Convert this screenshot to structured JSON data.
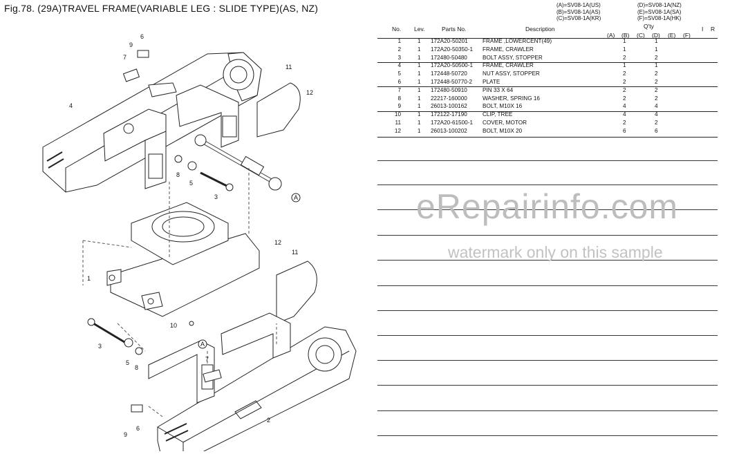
{
  "figure": {
    "title": "Fig.78.  (29A)TRAVEL FRAME(VARIABLE LEG : SLIDE TYPE)(AS, NZ)"
  },
  "models": {
    "left": [
      "(A)=SV08-1A(US)",
      "(B)=SV08-1A(AS)",
      "(C)=SV08-1A(KR)"
    ],
    "right": [
      "(D)=SV08-1A(NZ)",
      "(E)=SV08-1A(SA)",
      "(F)=SV08-1A(HK)"
    ]
  },
  "table": {
    "headers": {
      "no": "No.",
      "lev": "Lev.",
      "parts_no": "Parts No.",
      "description": "Description",
      "qty": "Q'ty",
      "i": "I",
      "r": "R",
      "cols": [
        "(A)",
        "(B)",
        "(C)",
        "(D)",
        "(E)",
        "(F)"
      ]
    },
    "rows": [
      {
        "no": "1",
        "lev": "1",
        "pn": "172A20-50201",
        "desc": "FRAME ,LOWERCENT(49)",
        "b": "1",
        "d": "1"
      },
      {
        "no": "2",
        "lev": "1",
        "pn": "172A20-50350-1",
        "desc": "FRAME, CRAWLER",
        "b": "1",
        "d": "1"
      },
      {
        "no": "3",
        "lev": "1",
        "pn": "172480-50480",
        "desc": "BOLT ASSY, STOPPER",
        "b": "2",
        "d": "2"
      },
      {
        "no": "4",
        "lev": "1",
        "pn": "172A20-50500-1",
        "desc": "FRAME, CRAWLER",
        "b": "1",
        "d": "1"
      },
      {
        "no": "5",
        "lev": "1",
        "pn": "172448-50720",
        "desc": "NUT ASSY, STOPPER",
        "b": "2",
        "d": "2"
      },
      {
        "no": "6",
        "lev": "1",
        "pn": "172448-50770-2",
        "desc": "PLATE",
        "b": "2",
        "d": "2"
      },
      {
        "no": "7",
        "lev": "1",
        "pn": "172480-50910",
        "desc": "PIN 33 X 64",
        "b": "2",
        "d": "2"
      },
      {
        "no": "8",
        "lev": "1",
        "pn": "22217-160000",
        "desc": "WASHER, SPRING 16",
        "b": "2",
        "d": "2"
      },
      {
        "no": "9",
        "lev": "1",
        "pn": "26013-100162",
        "desc": "BOLT, M10X 16",
        "b": "4",
        "d": "4"
      },
      {
        "no": "10",
        "lev": "1",
        "pn": "172122-17190",
        "desc": "CLIP, TREE",
        "b": "4",
        "d": "4"
      },
      {
        "no": "11",
        "lev": "1",
        "pn": "172A20-61500-1",
        "desc": "COVER, MOTOR",
        "b": "2",
        "d": "2"
      },
      {
        "no": "12",
        "lev": "1",
        "pn": "26013-100202",
        "desc": "BOLT, M10X 20",
        "b": "6",
        "d": "6"
      }
    ]
  },
  "watermark": {
    "main": "eRepairinfo.com",
    "sub": "watermark only on this sample"
  },
  "callouts": [
    "1",
    "2",
    "3",
    "3",
    "4",
    "5",
    "5",
    "6",
    "6",
    "7",
    "7",
    "8",
    "8",
    "9",
    "9",
    "10",
    "11",
    "11",
    "12",
    "12",
    "A",
    "A"
  ]
}
